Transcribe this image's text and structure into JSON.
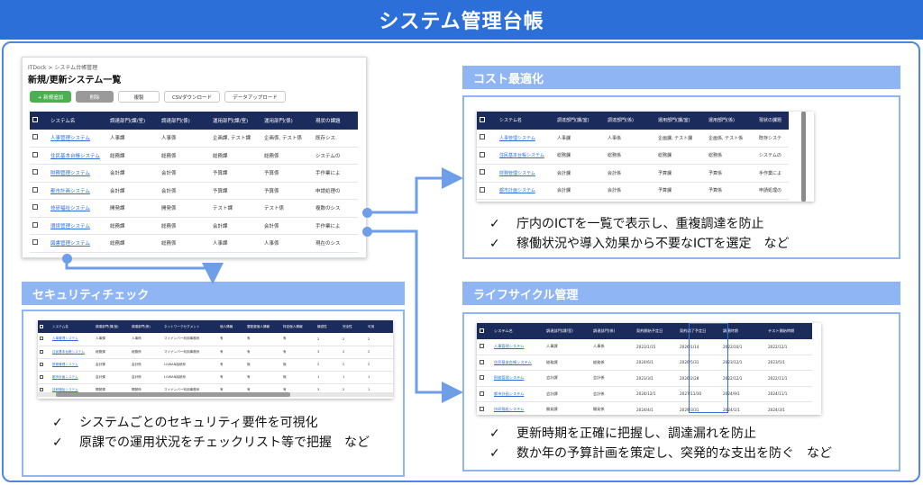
{
  "title": "システム管理台帳",
  "list_window": {
    "breadcrumb": "ITDock > システム台帳管理",
    "heading": "新規/更新システム一覧",
    "toolbar": {
      "add": "+ 新規追加",
      "delete": "削除",
      "copy": "複製",
      "csv": "CSVダウンロード",
      "upload": "データアップロード"
    },
    "columns": [
      "システム名",
      "調達部門(課/室)",
      "調達部門(係)",
      "運用部門(課/室)",
      "運用部門(係)",
      "現状の課題"
    ],
    "rows": [
      [
        "人事管理システム",
        "人事課",
        "人事係",
        "企画課, テスト課",
        "企画係, テスト係",
        "既存シス"
      ],
      [
        "住民基本台帳システム",
        "総務課",
        "総務係",
        "総務課",
        "総務係",
        "システムの"
      ],
      [
        "財務管理システム",
        "会計課",
        "会計係",
        "予算課",
        "予算係",
        "手作業によ"
      ],
      [
        "都市計画システム",
        "会計課",
        "会計係",
        "予算課",
        "予算係",
        "申請処理の"
      ],
      [
        "技研福祉システム",
        "開発課",
        "開発係",
        "テスト課",
        "テスト係",
        "複数のシス"
      ],
      [
        "環境管理システム",
        "総務課",
        "総務係",
        "会計課",
        "会計係",
        "手作業によ"
      ],
      [
        "図書管理システム",
        "総務課",
        "総務係",
        "人事課",
        "人事係",
        "現在のシス"
      ]
    ]
  },
  "cost": {
    "header": "コスト最適化",
    "columns": [
      "システム名",
      "調達部門(課/室)",
      "調達部門(係)",
      "運用部門(課/室)",
      "運用部門(係)",
      "現状の課題"
    ],
    "rows": [
      [
        "人事管理システム",
        "人事課",
        "人事係",
        "企画課, テスト課",
        "企画係, テスト係",
        "既存システ"
      ],
      [
        "住民基本台帳システム",
        "総務課",
        "総務係",
        "総務課",
        "総務係",
        "システムの"
      ],
      [
        "財務管理システム",
        "会計課",
        "会計係",
        "予算課",
        "予算係",
        "手作業によ"
      ],
      [
        "都市計画システム",
        "会計課",
        "会計係",
        "予算課",
        "予算係",
        "申請処理の"
      ]
    ],
    "bullets": [
      "庁内のICTを一覧で表示し、重複調達を防止",
      "稼働状況や導入効果から不要なICTを選定　など"
    ]
  },
  "security": {
    "header": "セキュリティチェック",
    "columns": [
      "システム名",
      "調達部門(課/室)",
      "調達部門(係)",
      "ネットワークセグメント",
      "個人情報",
      "要配慮個人情報",
      "特定個人情報",
      "機密性",
      "完全性",
      "可用"
    ],
    "rows": [
      [
        "人事管理システム",
        "人事課",
        "人事係",
        "マイナンバー利用事務系",
        "有",
        "有",
        "有",
        "2",
        "2",
        "2"
      ],
      [
        "住民基本台帳システム",
        "総務課",
        "総務係",
        "マイナンバー利用事務系",
        "有",
        "有",
        "有",
        "3",
        "2",
        "2"
      ],
      [
        "財務管理システム",
        "会計課",
        "会計係",
        "LGWAN接続系",
        "有",
        "無",
        "無",
        "2",
        "2",
        "2"
      ],
      [
        "都市計画システム",
        "会計課",
        "会計係",
        "LGWAN接続系",
        "有",
        "有",
        "無",
        "1",
        "1",
        "1"
      ],
      [
        "技研福祉システム",
        "開発課",
        "開発係",
        "マイナンバー利用事務系",
        "有",
        "有",
        "有",
        "3",
        "2",
        "1"
      ]
    ],
    "bullets": [
      "システムごとのセキュリティ要件を可視化",
      "原課での運用状況をチェックリスト等で把握　など"
    ]
  },
  "lifecycle": {
    "header": "ライフサイクル管理",
    "columns": [
      "システム名",
      "調達部門(課/室)",
      "調達部門(係)",
      "契約開始予定日",
      "契約満了予定日",
      "調達時期",
      "テスト開始時期"
    ],
    "rows": [
      [
        "人事管理システム",
        "人事課",
        "人事係",
        "2023/1/15",
        "2026/1/14",
        "2022/10/1",
        "2022/12/1"
      ],
      [
        "住民基本台帳システム",
        "総務課",
        "総務係",
        "2024/6/1",
        "2026/5/31",
        "2023/12/1",
        "2023/5/1"
      ],
      [
        "財務管理システム",
        "会計課",
        "会計係",
        "2023/3/1",
        "2026/2/28",
        "2022/12/1",
        "2022/11/1"
      ],
      [
        "都市計画システム",
        "会計課",
        "会計係",
        "2024/12/1",
        "2027/11/30",
        "2024/9/1",
        "2024/11/1"
      ],
      [
        "技研福祉システム",
        "開発課",
        "開発係",
        "2024/4/1",
        "2029/3/31",
        "2024/1/1",
        "2024/3/1"
      ]
    ],
    "bullets": [
      "更新時期を正確に把握し、調達漏れを防止",
      "数か年の予算計画を策定し、突発的な支出を防ぐ　など"
    ]
  },
  "colors": {
    "title_bg": "#2d6fd8",
    "section_bg": "#8fb5f4",
    "table_header": "#1b2b5c",
    "link": "#2d6fd8",
    "add_button": "#4bb04f"
  }
}
